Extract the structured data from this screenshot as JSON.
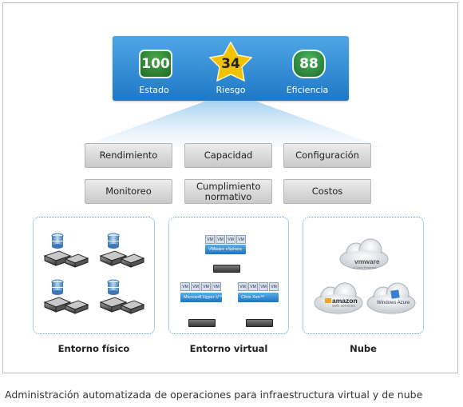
{
  "metrics": [
    {
      "value": "100",
      "label": "Estado"
    },
    {
      "value": "34",
      "label": "Riesgo"
    },
    {
      "value": "88",
      "label": "Eficiencia"
    }
  ],
  "categories": [
    "Rendimiento",
    "Capacidad",
    "Configuración",
    "Monitoreo",
    "Cumplimiento normativo",
    "Costos"
  ],
  "environments": [
    {
      "label": "Entorno físico"
    },
    {
      "label": "Entorno virtual"
    },
    {
      "label": "Nube"
    }
  ],
  "virtual": {
    "vm_label": "VM",
    "top_platform": "VMware vSphere",
    "left_platform": "Microsoft Hyper-V™",
    "right_platform": "Citrix Xen™"
  },
  "cloud": {
    "vmware": "vmware",
    "vmware_sub": "vCloud Powered",
    "amazon": "amazon",
    "amazon_sub": "web services",
    "azure": "Windows Azure"
  },
  "caption": "Administración automatizada de operaciones para infraestructura virtual y de nube",
  "colors": {
    "banner": "#2f8fd8",
    "green": "#2e8b35",
    "star": "#f2c200",
    "dotted": "#4aa3d8"
  }
}
